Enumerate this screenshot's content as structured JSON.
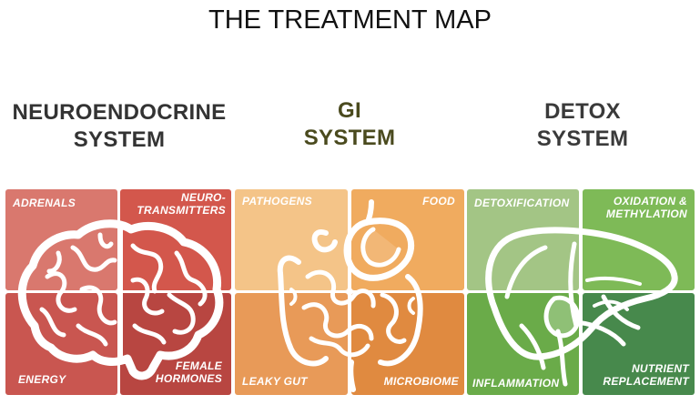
{
  "title": "THE TREATMENT MAP",
  "systems": [
    {
      "heading": [
        "NEUROENDOCRINE",
        "SYSTEM"
      ],
      "organ": "brain-icon",
      "quadrants": [
        {
          "label": [
            "ADRENALS"
          ],
          "color": "#d9786e"
        },
        {
          "label": [
            "NEURO-",
            "TRANSMITTERS"
          ],
          "color": "#d3574c"
        },
        {
          "label": [
            "ENERGY"
          ],
          "color": "#c95650"
        },
        {
          "label": [
            "FEMALE",
            "HORMONES"
          ],
          "color": "#b84641"
        }
      ]
    },
    {
      "heading": [
        "GI",
        "SYSTEM"
      ],
      "organ": "digestive-tract-icon",
      "quadrants": [
        {
          "label": [
            "PATHOGENS"
          ],
          "color": "#f4c488"
        },
        {
          "label": [
            "FOOD"
          ],
          "color": "#f0ab5f"
        },
        {
          "label": [
            "LEAKY GUT"
          ],
          "color": "#e89a58"
        },
        {
          "label": [
            "MICROBIOME"
          ],
          "color": "#e08a40"
        }
      ]
    },
    {
      "heading": [
        "DETOX",
        "SYSTEM"
      ],
      "organ": "liver-icon",
      "quadrants": [
        {
          "label": [
            "DETOXIFICATION"
          ],
          "color": "#a3c585"
        },
        {
          "label": [
            "OXIDATION &",
            "METHYLATION"
          ],
          "color": "#7eba57"
        },
        {
          "label": [
            "INFLAMMATION"
          ],
          "color": "#6aab49"
        },
        {
          "label": [
            "NUTRIENT",
            "REPLACEMENT"
          ],
          "color": "#47894c"
        }
      ]
    }
  ]
}
